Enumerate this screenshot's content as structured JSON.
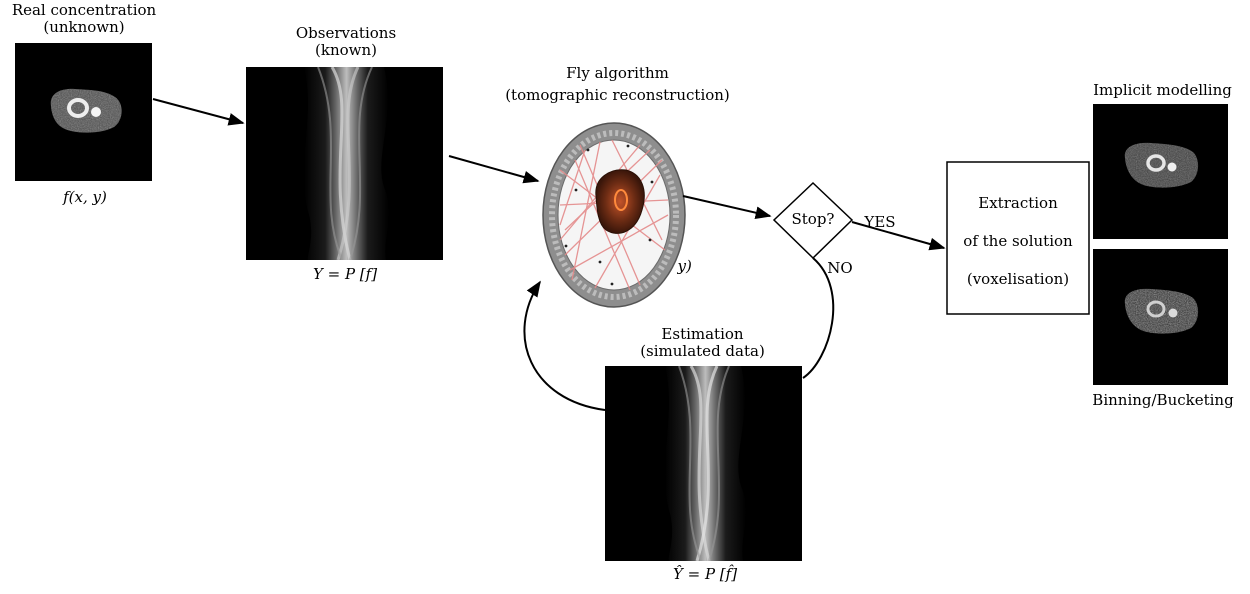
{
  "real": {
    "title": "Real concentration",
    "subtitle": "(unknown)"
  },
  "observations": {
    "title": "Observations",
    "subtitle": "(known)"
  },
  "fly": {
    "title": "Fly algorithm",
    "subtitle": "(tomographic reconstruction)"
  },
  "estimation": {
    "title": "Estimation",
    "subtitle": "(simulated data)"
  },
  "decision": {
    "label": "Stop?",
    "yes": "YES",
    "no": "NO"
  },
  "extraction": {
    "line1": "Extraction",
    "line2": "of the solution",
    "line3": "(voxelisation)"
  },
  "outputs": {
    "top_label": "Implicit modelling",
    "bottom_label": "Binning/Bucketing"
  },
  "formulas": {
    "f": "f(x, y)",
    "y": "Y = P [f]",
    "fhat": "f̂(x, y)",
    "yhat": "Ŷ = P [f̂]"
  }
}
